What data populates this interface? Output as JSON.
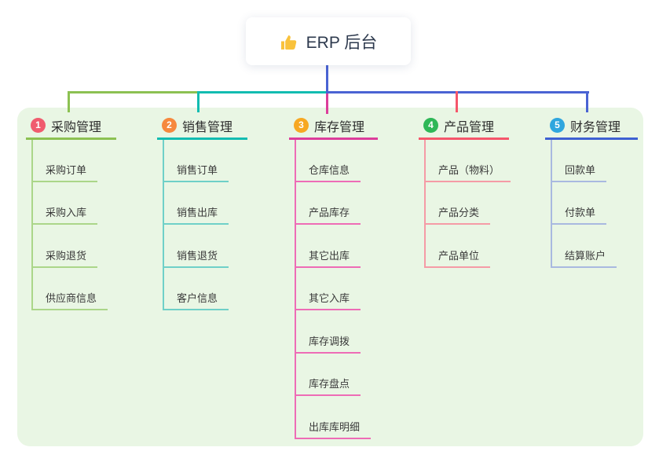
{
  "root": {
    "title": "ERP 后台",
    "icon": "thumbs-up-icon"
  },
  "colors": {
    "panel_bg": "#E9F6E4",
    "root_vertical": "#4A63D3",
    "segment_green": "#8CC152",
    "segment_teal": "#12BCB1",
    "segment_blue": "#4A63D3",
    "drop_green": "#8CC152",
    "drop_teal": "#12BCB1",
    "drop_magenta": "#DC3D9B",
    "drop_red": "#F5566B",
    "drop_blue": "#4A63D3",
    "thumb_yellow": "#F9C23C"
  },
  "branches": [
    {
      "badge": "1",
      "label": "采购管理",
      "badge_color": "#F05C6E",
      "line_color": "#8CC152",
      "sub_line_color": "#ABD689",
      "children": [
        "采购订单",
        "采购入库",
        "采购退货",
        "供应商信息"
      ]
    },
    {
      "badge": "2",
      "label": "销售管理",
      "badge_color": "#F6883D",
      "line_color": "#12BCB1",
      "sub_line_color": "#6FD0C8",
      "children": [
        "销售订单",
        "销售出库",
        "销售退货",
        "客户信息"
      ]
    },
    {
      "badge": "3",
      "label": "库存管理",
      "badge_color": "#F7A822",
      "line_color": "#DC3D9B",
      "sub_line_color": "#EE6CB6",
      "children": [
        "仓库信息",
        "产品库存",
        "其它出库",
        "其它入库",
        "库存调拨",
        "库存盘点",
        "出库库明细"
      ]
    },
    {
      "badge": "4",
      "label": "产品管理",
      "badge_color": "#2EB757",
      "line_color": "#F5566B",
      "sub_line_color": "#F59BA6",
      "children": [
        "产品（物料）",
        "产品分类",
        "产品单位"
      ]
    },
    {
      "badge": "5",
      "label": "财务管理",
      "badge_color": "#2FA6DE",
      "line_color": "#3E60D2",
      "sub_line_color": "#A9B9E0",
      "children": [
        "回款单",
        "付款单",
        "结算账户"
      ]
    }
  ]
}
